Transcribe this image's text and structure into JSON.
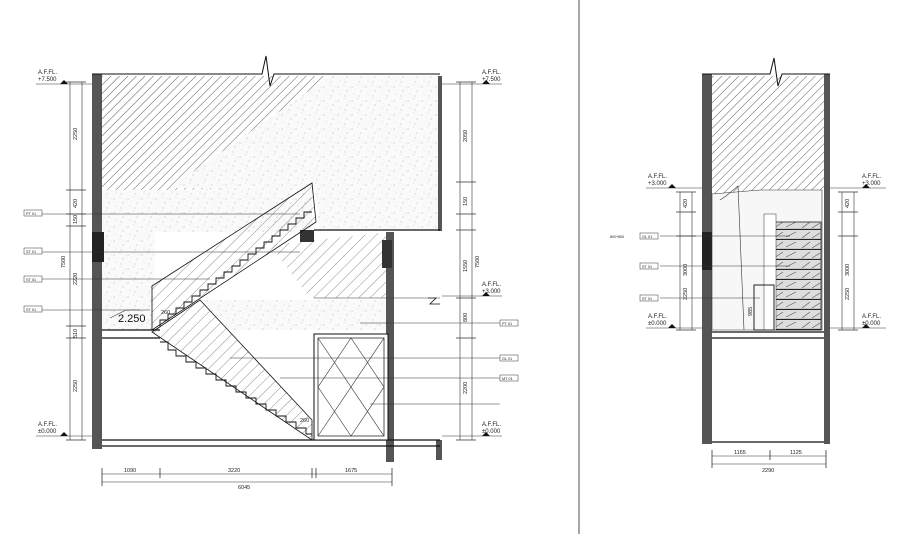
{
  "section_left": {
    "levels_left": [
      {
        "label": "A.F.FL.",
        "value": "+7.500"
      },
      {
        "label": "A.F.FL.",
        "value": "±0.000"
      }
    ],
    "levels_right": [
      {
        "label": "A.F.FL.",
        "value": "+7.500"
      },
      {
        "label": "A.F.FL.",
        "value": "+3.000"
      },
      {
        "label": "A.F.FL.",
        "value": "±0.000"
      }
    ],
    "dims_left": [
      "2250",
      "420",
      "150",
      "2220",
      "7500",
      "510",
      "2250"
    ],
    "dims_right": [
      "2050",
      "150",
      "1550",
      "7500",
      "800",
      "2200"
    ],
    "dims_bottom": [
      "1090",
      "3220",
      "1675"
    ],
    "dim_total": "6045",
    "step_note": "2.250",
    "step_dim": "260",
    "step_dim2": "260",
    "tags_left": [
      "PT 01",
      "ST 01",
      "ST 01",
      "ST 01"
    ],
    "tags_right": [
      "PT 01",
      "GL 01",
      "MT 01"
    ]
  },
  "section_right": {
    "levels_left": [
      {
        "label": "A.F.FL.",
        "value": "+3.000"
      },
      {
        "label": "A.F.FL.",
        "value": "±0.000"
      }
    ],
    "levels_right": [
      {
        "label": "A.F.FL.",
        "value": "+3.000"
      },
      {
        "label": "A.F.FL.",
        "value": "±0.000"
      }
    ],
    "dims_left": [
      "420",
      "3000",
      "2250",
      "985"
    ],
    "dims_right": [
      "420",
      "3000",
      "2250"
    ],
    "dims_bottom": [
      "1165",
      "1125"
    ],
    "dim_total": "2290",
    "tile_note": "800*800",
    "tags_left": [
      "GL 01",
      "ST 01",
      "ST 01"
    ]
  }
}
